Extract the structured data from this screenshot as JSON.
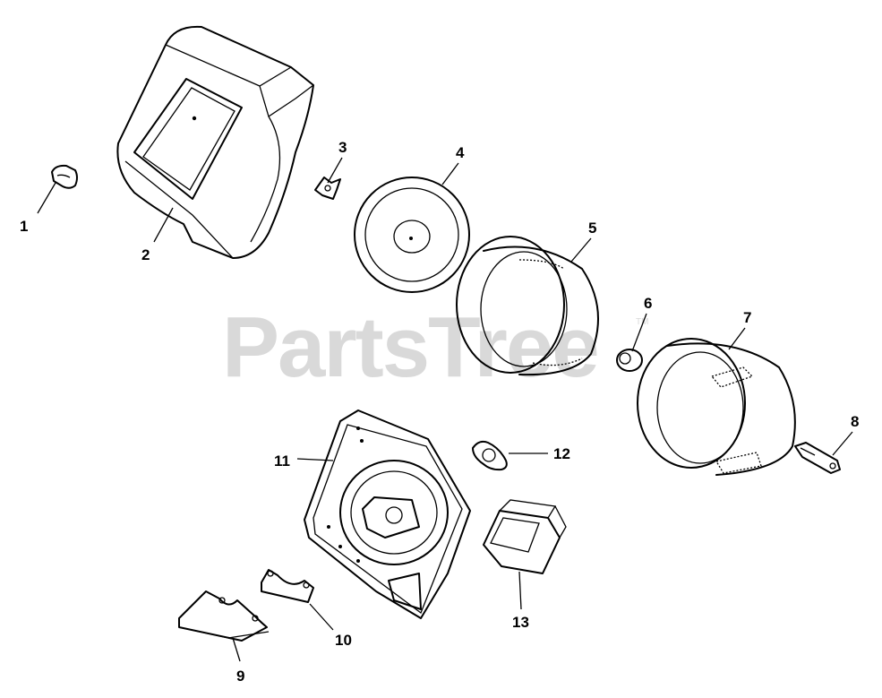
{
  "watermark": {
    "text": "PartsTree",
    "trademark": "TM"
  },
  "callouts": [
    {
      "id": "1",
      "label": "1"
    },
    {
      "id": "2",
      "label": "2"
    },
    {
      "id": "3",
      "label": "3"
    },
    {
      "id": "4",
      "label": "4"
    },
    {
      "id": "5",
      "label": "5"
    },
    {
      "id": "6",
      "label": "6"
    },
    {
      "id": "7",
      "label": "7"
    },
    {
      "id": "8",
      "label": "8"
    },
    {
      "id": "9",
      "label": "9"
    },
    {
      "id": "10",
      "label": "10"
    },
    {
      "id": "11",
      "label": "11"
    },
    {
      "id": "12",
      "label": "12"
    },
    {
      "id": "13",
      "label": "13"
    }
  ]
}
